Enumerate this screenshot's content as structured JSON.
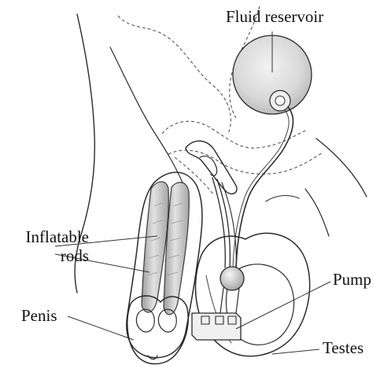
{
  "labels": {
    "fluid_reservoir": "Fluid reservoir",
    "inflatable_rods_line1": "Inflatable",
    "inflatable_rods_line2": "rods",
    "pump": "Pump",
    "penis": "Penis",
    "testes": "Testes"
  },
  "colors": {
    "ink": "#2a2a2a",
    "shade": "#cfcfcf",
    "background": "#ffffff"
  }
}
